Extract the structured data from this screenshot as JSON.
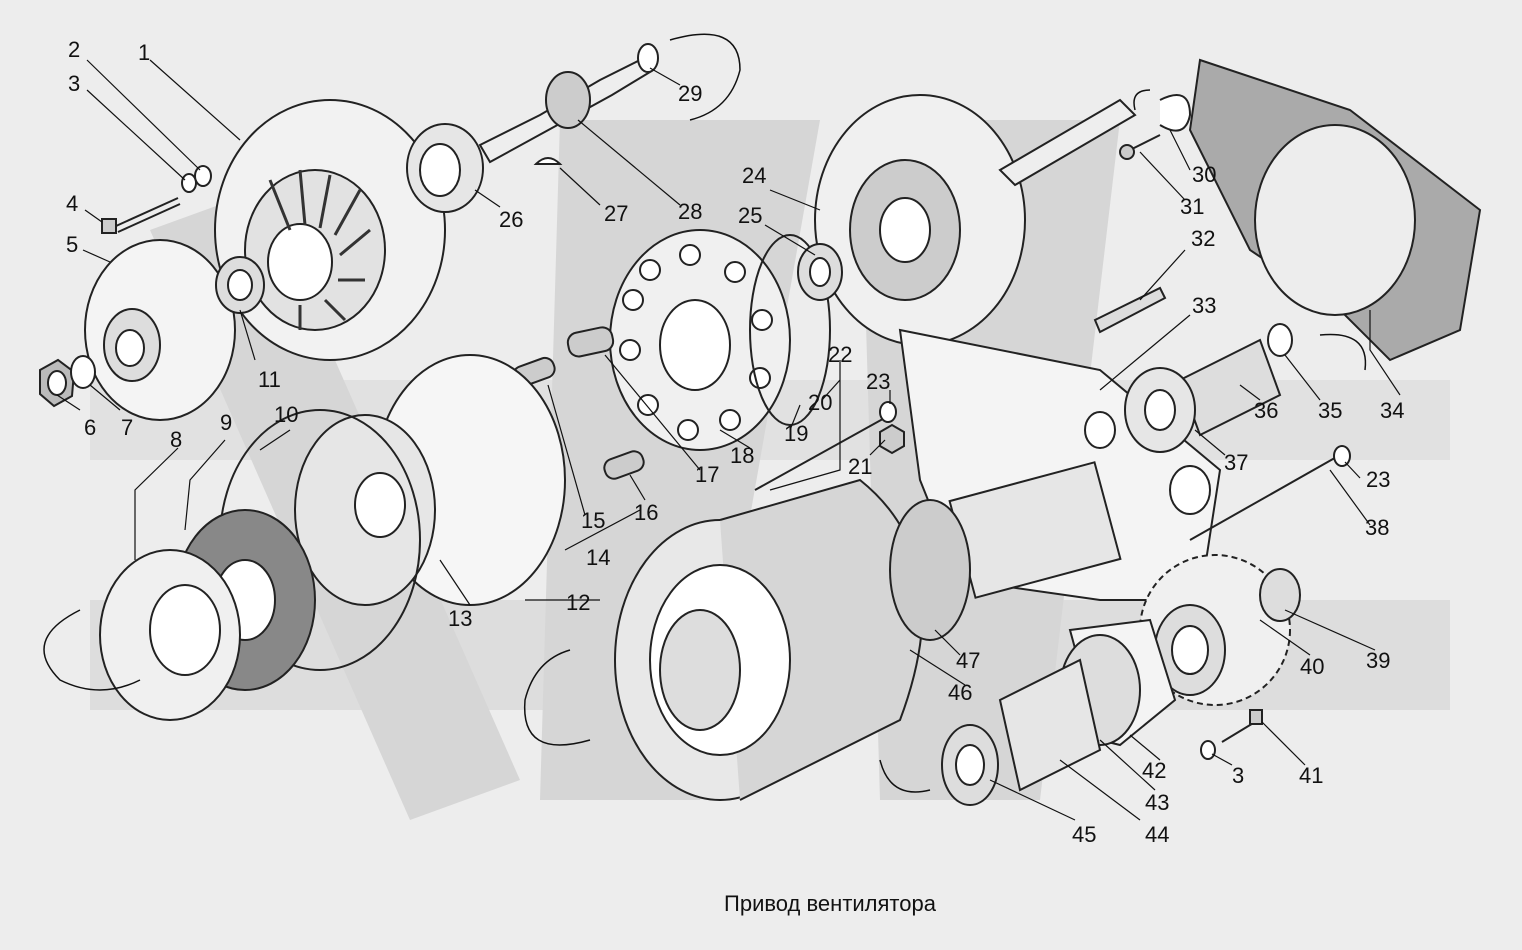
{
  "caption": "Привод вентилятора",
  "callouts": [
    {
      "id": "n1",
      "text": "1"
    },
    {
      "id": "n2",
      "text": "2"
    },
    {
      "id": "n3a",
      "text": "3"
    },
    {
      "id": "n4",
      "text": "4"
    },
    {
      "id": "n5",
      "text": "5"
    },
    {
      "id": "n6",
      "text": "6"
    },
    {
      "id": "n7",
      "text": "7"
    },
    {
      "id": "n8",
      "text": "8"
    },
    {
      "id": "n9",
      "text": "9"
    },
    {
      "id": "n10",
      "text": "10"
    },
    {
      "id": "n11",
      "text": "11"
    },
    {
      "id": "n12",
      "text": "12"
    },
    {
      "id": "n13",
      "text": "13"
    },
    {
      "id": "n14",
      "text": "14"
    },
    {
      "id": "n15",
      "text": "15"
    },
    {
      "id": "n16",
      "text": "16"
    },
    {
      "id": "n17",
      "text": "17"
    },
    {
      "id": "n18",
      "text": "18"
    },
    {
      "id": "n19",
      "text": "19"
    },
    {
      "id": "n20",
      "text": "20"
    },
    {
      "id": "n21",
      "text": "21"
    },
    {
      "id": "n22",
      "text": "22"
    },
    {
      "id": "n23a",
      "text": "23"
    },
    {
      "id": "n23b",
      "text": "23"
    },
    {
      "id": "n24",
      "text": "24"
    },
    {
      "id": "n25",
      "text": "25"
    },
    {
      "id": "n26",
      "text": "26"
    },
    {
      "id": "n27",
      "text": "27"
    },
    {
      "id": "n28",
      "text": "28"
    },
    {
      "id": "n29",
      "text": "29"
    },
    {
      "id": "n30",
      "text": "30"
    },
    {
      "id": "n31",
      "text": "31"
    },
    {
      "id": "n32",
      "text": "32"
    },
    {
      "id": "n33",
      "text": "33"
    },
    {
      "id": "n34",
      "text": "34"
    },
    {
      "id": "n35",
      "text": "35"
    },
    {
      "id": "n36",
      "text": "36"
    },
    {
      "id": "n37",
      "text": "37"
    },
    {
      "id": "n38",
      "text": "38"
    },
    {
      "id": "n39",
      "text": "39"
    },
    {
      "id": "n40",
      "text": "40"
    },
    {
      "id": "n41",
      "text": "41"
    },
    {
      "id": "n3b",
      "text": "3"
    },
    {
      "id": "n42",
      "text": "42"
    },
    {
      "id": "n43",
      "text": "43"
    },
    {
      "id": "n44",
      "text": "44"
    },
    {
      "id": "n45",
      "text": "45"
    },
    {
      "id": "n46",
      "text": "46"
    },
    {
      "id": "n47",
      "text": "47"
    }
  ]
}
